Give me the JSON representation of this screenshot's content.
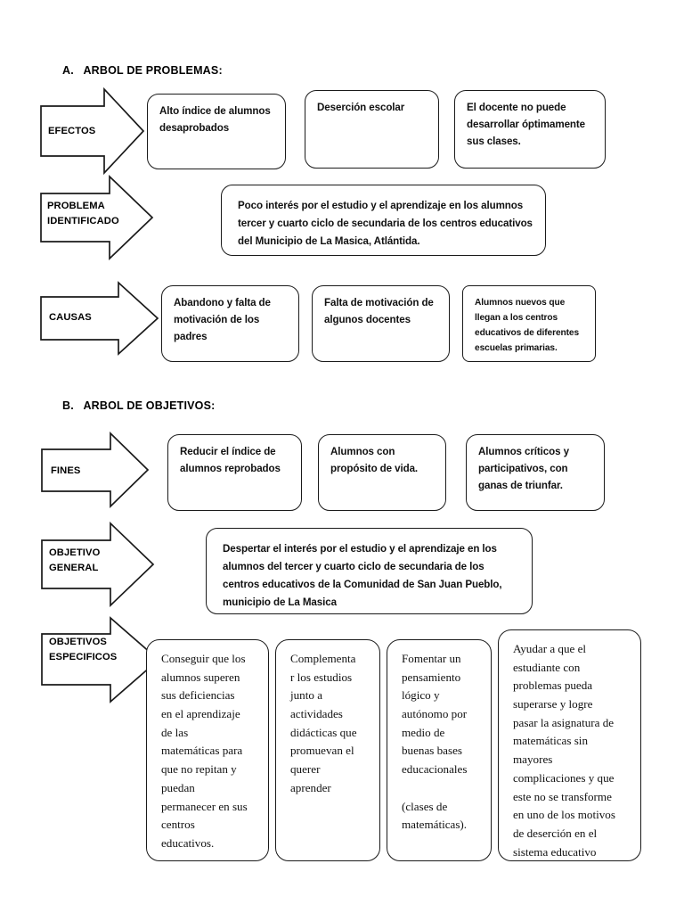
{
  "document": {
    "sections": [
      {
        "id": "arbol-problemas",
        "label": "A.   ARBOL DE PROBLEMAS:"
      },
      {
        "id": "arbol-objetivos",
        "label": "B.   ARBOL DE OBJETIVOS:"
      }
    ]
  },
  "arrows": {
    "efectos": "EFECTOS",
    "problema_identificado": "PROBLEMA\nIDENTIFICADO",
    "causas": "CAUSAS",
    "fines": "FINES",
    "objetivo_general": "OBJETIVO\nGENERAL",
    "objetivos_especificos": "OBJETIVOS\nESPECIFICOS"
  },
  "efectos": {
    "boxes": [
      "Alto índice de alumnos\ndesaprobados",
      "Deserción escolar",
      "El docente no puede\ndesarrollar óptimamente\nsus clases."
    ]
  },
  "problema": {
    "boxes": [
      "Poco interés por el estudio y el aprendizaje en los alumnos\ntercer y cuarto ciclo de secundaria de los centros educativos\ndel Municipio de La Masica, Atlántida."
    ]
  },
  "causas": {
    "boxes": [
      "Abandono y falta de\nmotivación de los\npadres",
      "Falta de motivación de\nalgunos docentes",
      "Alumnos nuevos que\nllegan a los centros\neducativos de diferentes\nescuelas primarias."
    ]
  },
  "fines": {
    "boxes": [
      "Reducir el índice de\nalumnos reprobados",
      "Alumnos con\npropósito de vida.",
      "Alumnos críticos y\nparticipativos, con\nganas de triunfar."
    ]
  },
  "objetivo_general": {
    "boxes": [
      "Despertar el interés por el estudio y el aprendizaje en los\nalumnos del tercer y cuarto ciclo de secundaria de los\ncentros educativos de la Comunidad de San Juan Pueblo,\nmunicipio de La Masica"
    ]
  },
  "objetivos_especificos": {
    "boxes": [
      "Conseguir que los\nalumnos superen\nsus deficiencias\nen el aprendizaje\nde las\nmatemáticas para\nque no repitan y\npuedan\npermanecer en sus\ncentros\neducativos.",
      "Complementa\nr los estudios\njunto a\nactividades\ndidácticas que\npromuevan el\nquerer\naprender",
      "Fomentar un\npensamiento\nlógico y\nautónomo por\nmedio de\nbuenas bases\neducacionales\n\n (clases de\nmatemáticas).",
      "Ayudar a que el\nestudiante con\nproblemas pueda\nsuperarse y logre\npasar la asignatura de\nmatemáticas sin\nmayores\ncomplicaciones y que\neste no se transforme\nen uno de los motivos\nde deserción en el\nsistema educativo"
    ]
  },
  "colors": {
    "stroke": "#1a1a1a",
    "text": "#000000",
    "background": "#ffffff"
  }
}
